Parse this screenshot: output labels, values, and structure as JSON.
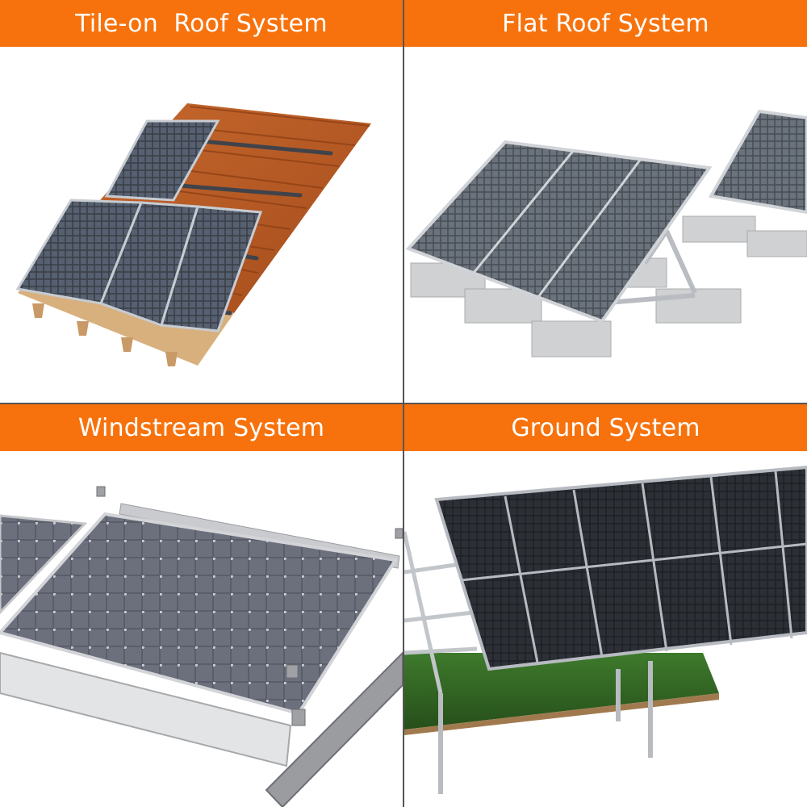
{
  "accent_color": "#f7720c",
  "panels": [
    {
      "title": "Tile-on  Roof System"
    },
    {
      "title": "Flat Roof System"
    },
    {
      "title": "Windstream System"
    },
    {
      "title": "Ground System"
    }
  ]
}
